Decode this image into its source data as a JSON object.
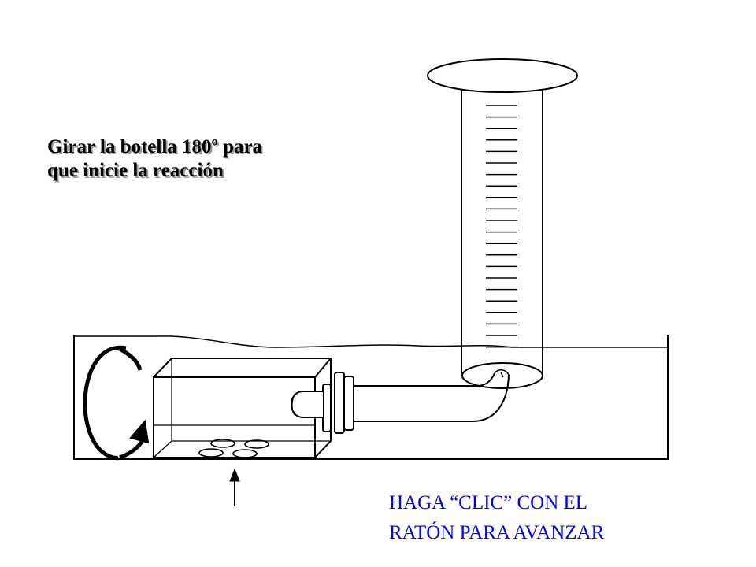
{
  "instruction": {
    "line1": "Girar la botella 180º para",
    "line2": "que inicie la reacción"
  },
  "advance": {
    "line1": "HAGA “CLIC” CON EL",
    "line2": "RATÓN PARA AVANZAR"
  },
  "colors": {
    "stroke": "#000000",
    "advance_text": "#0000ff",
    "background": "#ffffff"
  }
}
